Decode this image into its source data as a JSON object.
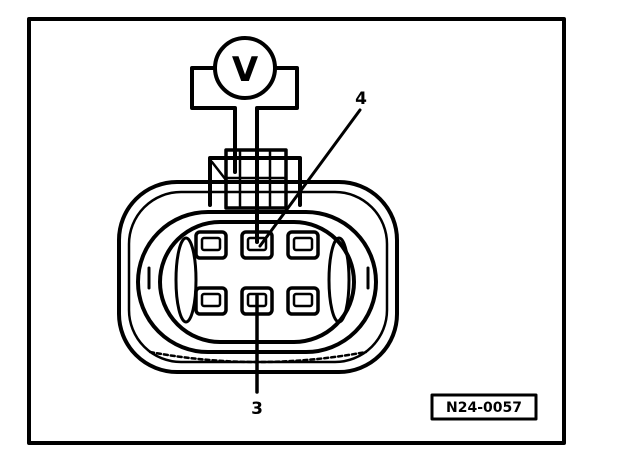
{
  "voltmeter": {
    "symbol": "V"
  },
  "callouts": [
    {
      "id": "pin-4",
      "label": "4"
    },
    {
      "id": "pin-3",
      "label": "3"
    }
  ],
  "figure_reference": "N24-0057",
  "colors": {
    "ink": "#000000",
    "background": "#ffffff"
  }
}
